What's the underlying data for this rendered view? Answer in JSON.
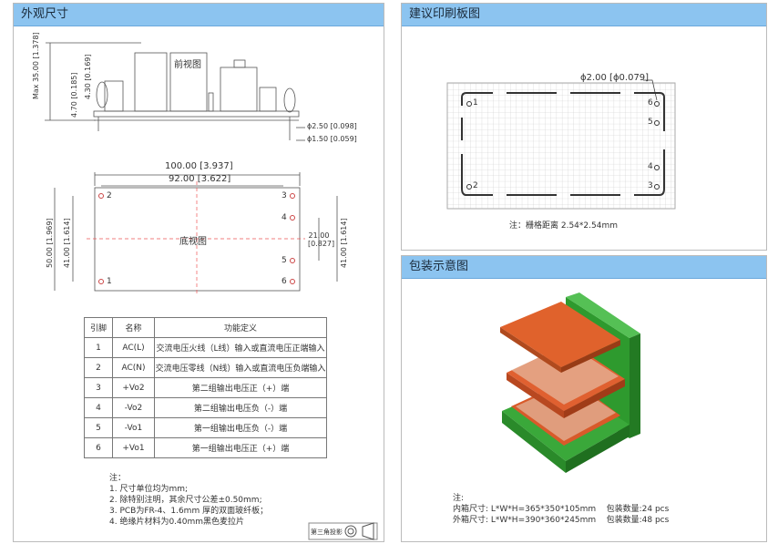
{
  "left": {
    "title": "外观尺寸",
    "front_view": "前视图",
    "bottom_view": "底视图",
    "dims": {
      "max_h": "Max 35.00 [1.378]",
      "h1": "4.70 [0.185]",
      "h2": "4.30 [0.169]",
      "d1": "ϕ2.50 [0.098]",
      "d2": "ϕ1.50 [0.059]",
      "w1": "100.00 [3.937]",
      "w2": "92.00 [3.622]",
      "l1": "50.00 [1.969]",
      "l2": "41.00 [1.614]",
      "r1": "21.00 [0.827]",
      "r2": "41.00 [1.614]"
    },
    "pins": [
      "1",
      "2",
      "3",
      "4",
      "5",
      "6"
    ],
    "table": {
      "headers": [
        "引脚",
        "名称",
        "功能定义"
      ],
      "rows": [
        [
          "1",
          "AC(L)",
          "交流电压火线（L线）输入或直流电压正端输入"
        ],
        [
          "2",
          "AC(N)",
          "交流电压零线（N线）输入或直流电压负端输入"
        ],
        [
          "3",
          "+Vo2",
          "第二组输出电压正（+）端"
        ],
        [
          "4",
          "-Vo2",
          "第二组输出电压负（-）端"
        ],
        [
          "5",
          "-Vo1",
          "第一组输出电压负（-）端"
        ],
        [
          "6",
          "+Vo1",
          "第一组输出电压正（+）端"
        ]
      ]
    },
    "notes": [
      "注：",
      "1. 尺寸单位均为mm;",
      "2. 除特别注明，其余尺寸公差±0.50mm;",
      "3. PCB为FR-4、1.6mm 厚的双面玻纤板；",
      "4. 绝缘片材料为0.40mm黑色麦拉片"
    ],
    "projection": "第三角投影"
  },
  "pcb": {
    "title": "建议印刷板图",
    "hole": "ϕ2.00 [ϕ0.079]",
    "note": "注：栅格距离 2.54*2.54mm",
    "pins": [
      "1",
      "2",
      "3",
      "4",
      "5",
      "6"
    ]
  },
  "pack": {
    "title": "包装示意图",
    "notes": [
      "注:",
      "内箱尺寸: L*W*H=365*350*105mm    包装数量:24 pcs",
      "外箱尺寸: L*W*H=390*360*245mm    包装数量:48 pcs"
    ],
    "colors": {
      "box": "#3aa83a",
      "tray": "#e06030"
    }
  }
}
